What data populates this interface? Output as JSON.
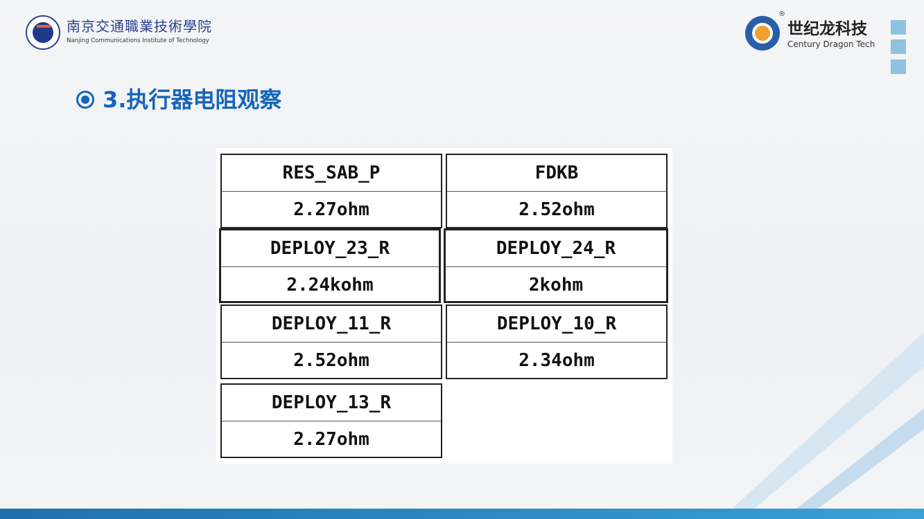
{
  "header": {
    "school_cn": "南京交通職業技術學院",
    "school_en": "Nanjing Communications Institute of Technology",
    "company_cn": "世纪龙科技",
    "company_en": "Century Dragon Tech",
    "registered": "®"
  },
  "title": "3.执行器电阻观察",
  "resistances": [
    {
      "name": "RES_SAB_P",
      "value": "2.27ohm"
    },
    {
      "name": "FDKB",
      "value": "2.52ohm"
    },
    {
      "name": "DEPLOY_23_R",
      "value": "2.24kohm"
    },
    {
      "name": "DEPLOY_24_R",
      "value": "2kohm"
    },
    {
      "name": "DEPLOY_11_R",
      "value": "2.52ohm"
    },
    {
      "name": "DEPLOY_10_R",
      "value": "2.34ohm"
    },
    {
      "name": "DEPLOY_13_R",
      "value": "2.27ohm"
    }
  ],
  "colors": {
    "accent": "#1565b8",
    "bar": "#1f6fae"
  }
}
